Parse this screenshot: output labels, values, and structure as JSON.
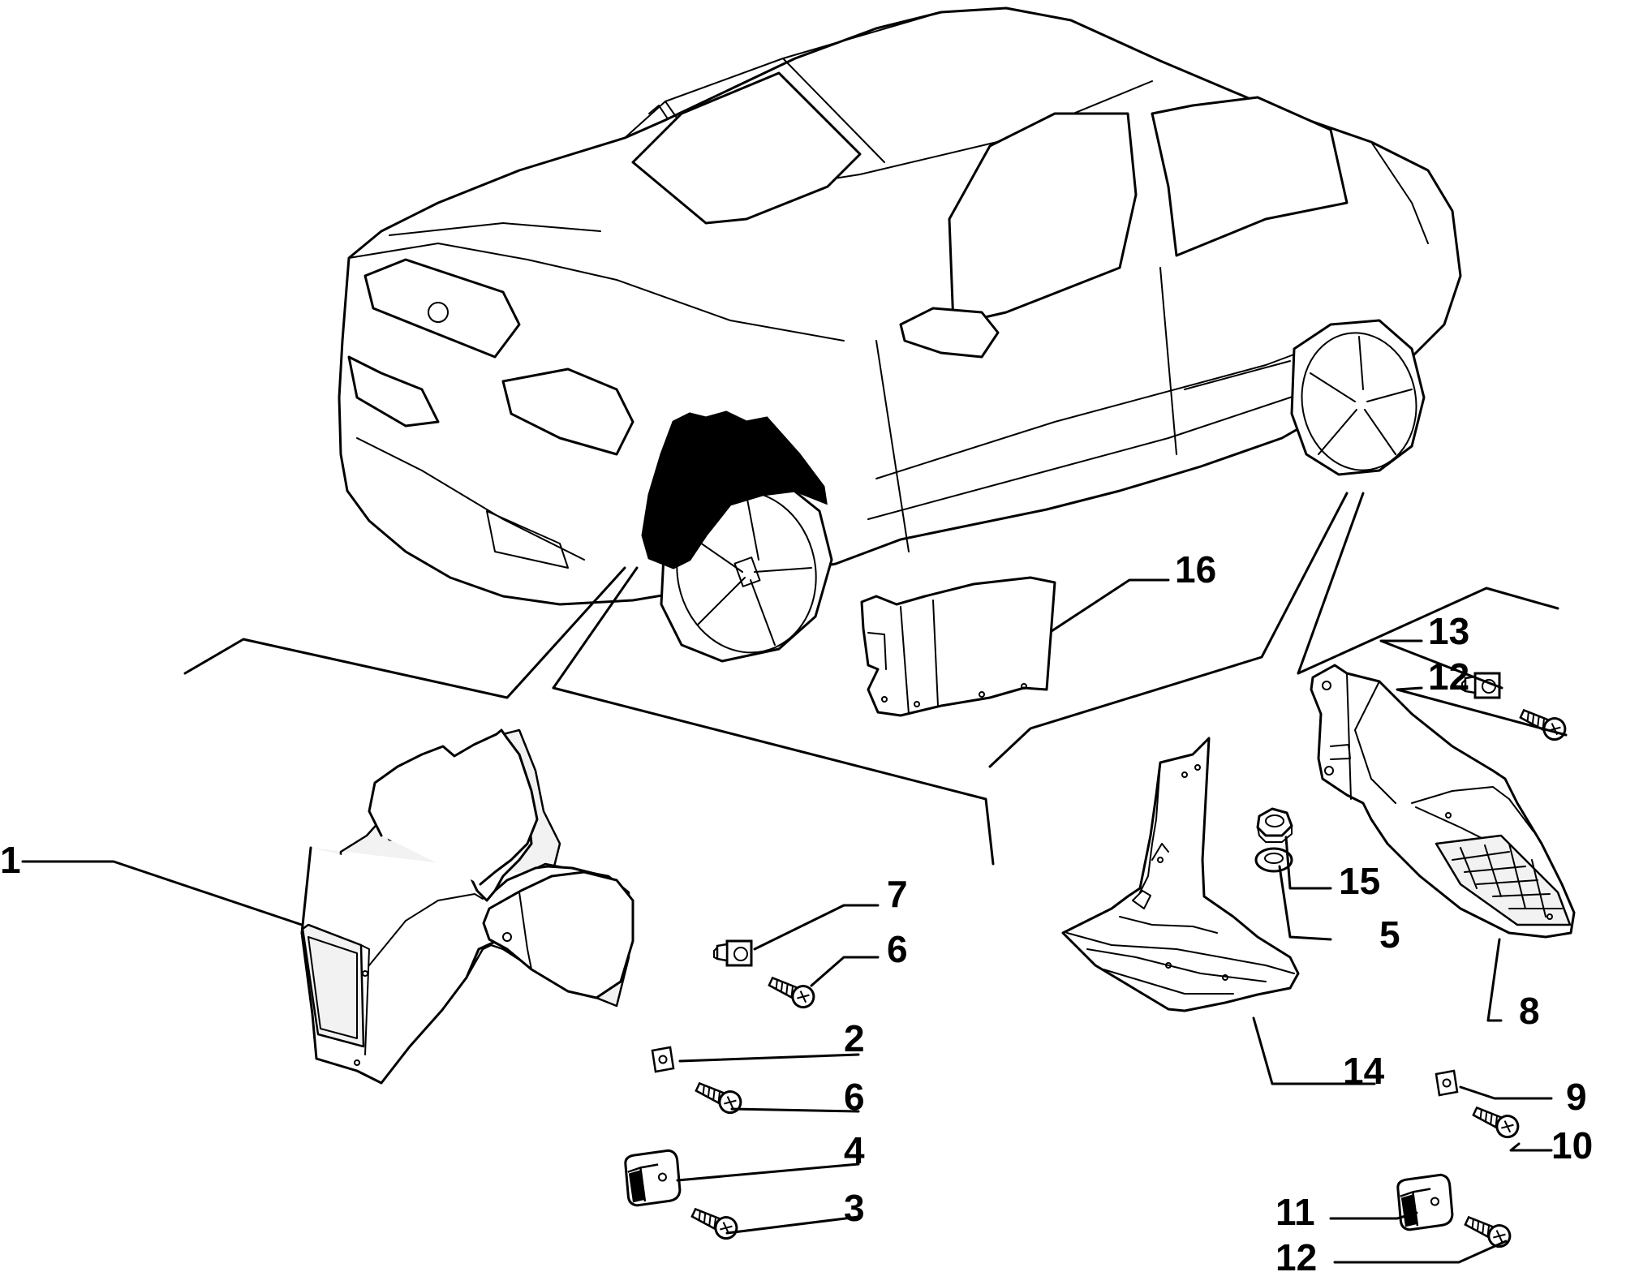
{
  "callouts": [
    {
      "id": "c1",
      "text": "1"
    },
    {
      "id": "c7",
      "text": "7"
    },
    {
      "id": "c6a",
      "text": "6"
    },
    {
      "id": "c2",
      "text": "2"
    },
    {
      "id": "c6b",
      "text": "6"
    },
    {
      "id": "c4",
      "text": "4"
    },
    {
      "id": "c3",
      "text": "3"
    },
    {
      "id": "c16",
      "text": "16"
    },
    {
      "id": "c13",
      "text": "13"
    },
    {
      "id": "c12a",
      "text": "12"
    },
    {
      "id": "c15",
      "text": "15"
    },
    {
      "id": "c5",
      "text": "5"
    },
    {
      "id": "c8",
      "text": "8"
    },
    {
      "id": "c14",
      "text": "14"
    },
    {
      "id": "c9",
      "text": "9"
    },
    {
      "id": "c10",
      "text": "10"
    },
    {
      "id": "c11",
      "text": "11"
    },
    {
      "id": "c12b",
      "text": "12"
    }
  ],
  "colors": {
    "line": "#000000",
    "background": "#ffffff",
    "highlight": "#000000"
  }
}
